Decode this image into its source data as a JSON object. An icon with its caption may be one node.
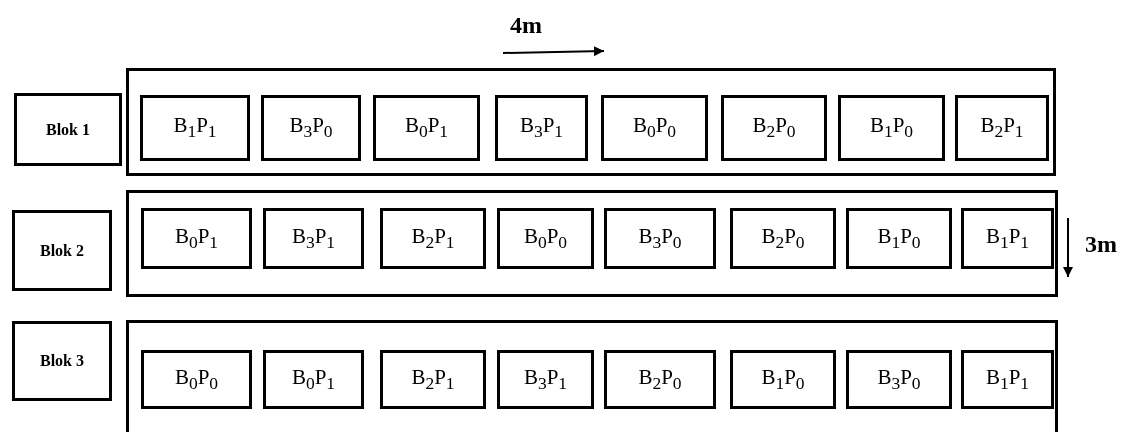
{
  "diagram": {
    "nodes": [
      {
        "text": [
          "Blok 1"
        ]
      },
      {
        "text": [],
        "shape": "box"
      },
      {
        "text": [
          "B$_{1}$P$_{1}$"
        ],
        "in": 1
      },
      {
        "text": [
          "B$_{3}$P$_{0}$"
        ],
        "in": 1
      },
      {
        "text": [
          "B$_{0}$P$_{1}$"
        ],
        "in": 1
      },
      {
        "text": [
          "B$_{3}$P$_{1}$"
        ],
        "in": 1
      },
      {
        "text": [
          "B$_{0}$P$_{0}$"
        ],
        "in": 1
      },
      {
        "text": [
          "B$_{2}$P$_{0}$"
        ],
        "in": 1
      },
      {
        "text": [
          "B$_{1}$P$_{0}$"
        ],
        "in": 1
      },
      {
        "text": [
          "B$_{2}$P$_{1}$"
        ],
        "in": 1
      },
      {
        "text": [
          "Blok 2"
        ]
      },
      {
        "text": [],
        "shape": "box"
      },
      {
        "text": [
          "B$_{0}$P$_{1}$"
        ],
        "in": 11
      },
      {
        "text": [
          "B$_{3}$P$_{1}$"
        ],
        "in": 11
      },
      {
        "text": [
          "B$_{2}$P$_{1}$"
        ],
        "in": 11
      },
      {
        "text": [
          "B$_{0}$P$_{0}$"
        ],
        "in": 11
      },
      {
        "text": [
          "B$_{3}$P$_{0}$"
        ],
        "in": 11
      },
      {
        "text": [
          "B$_{2}$P$_{0}$"
        ],
        "in": 11
      },
      {
        "text": [
          "B$_{1}$P$_{0}$"
        ],
        "in": 11
      },
      {
        "text": [
          "B$_{1}$P$_{1}$"
        ],
        "in": 11
      },
      {
        "text": [
          "Blok 3"
        ]
      },
      {
        "text": [],
        "shape": "box"
      },
      {
        "text": [
          "B$_{0}$P$_{0}$"
        ],
        "in": 21
      },
      {
        "text": [
          "B$_{0}$P$_{1}$"
        ],
        "in": 21
      },
      {
        "text": [
          "B$_{2}$P$_{1}$"
        ],
        "in": 21
      },
      {
        "text": [
          "B$_{3}$P$_{1}$"
        ],
        "in": 21
      },
      {
        "text": [
          "B$_{2}$P$_{0}$"
        ],
        "in": 21
      },
      {
        "text": [
          "B$_{1}$P$_{0}$"
        ],
        "in": 21
      },
      {
        "text": [
          "B$_{3}$P$_{0}$"
        ],
        "in": 21
      },
      {
        "text": [
          "B$_{1}$P$_{1}$"
        ],
        "in": 21
      }
    ],
    "labels": [
      "4m",
      "3m"
    ]
  }
}
